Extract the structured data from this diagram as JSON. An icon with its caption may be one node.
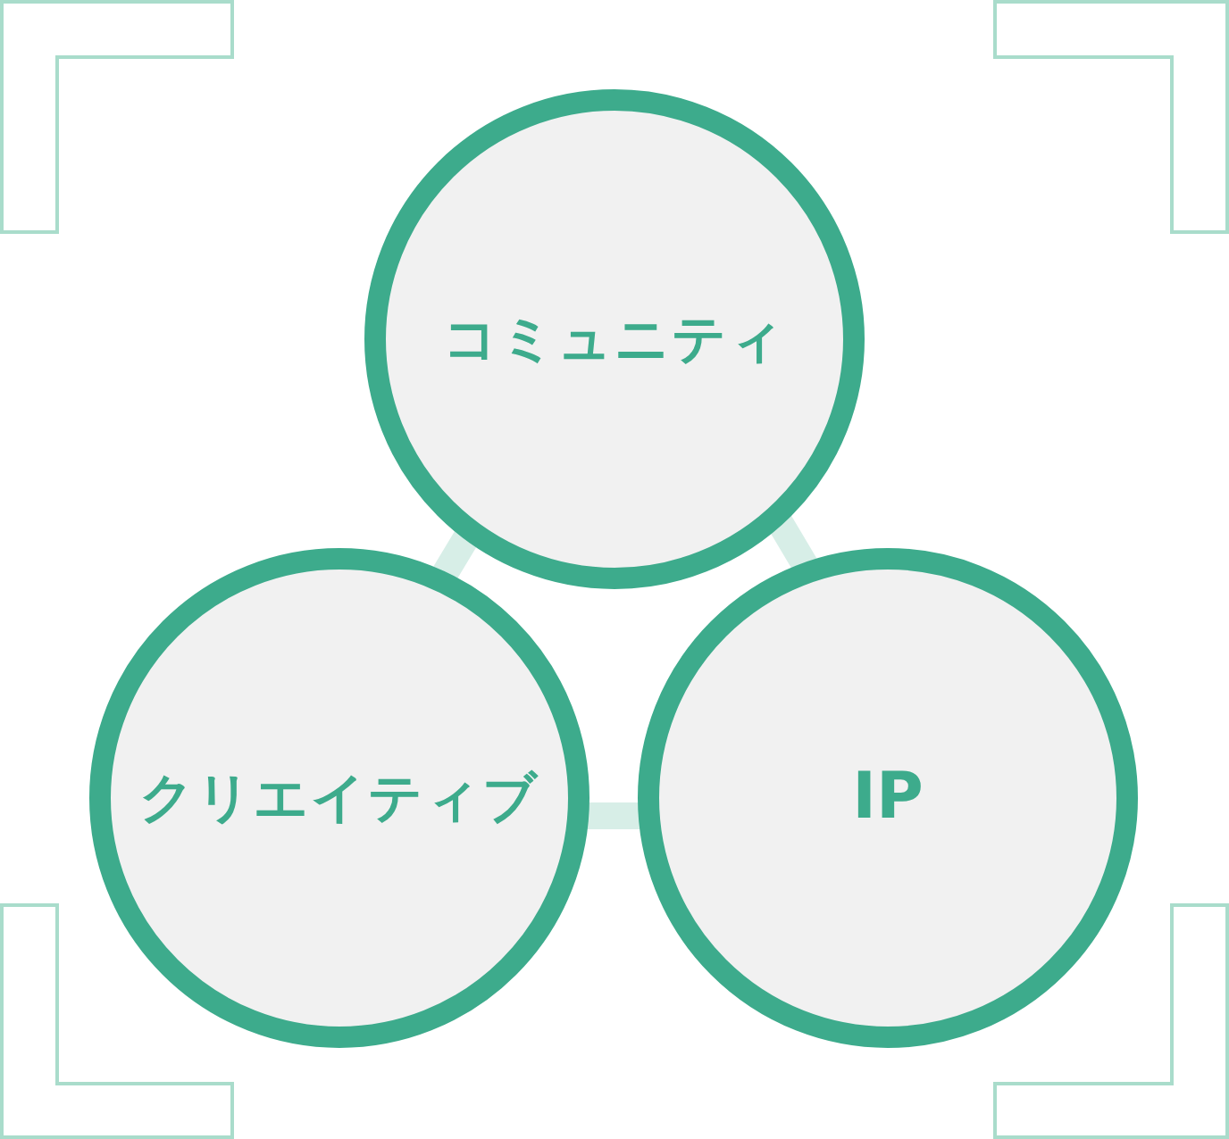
{
  "diagram": {
    "nodes": [
      {
        "text": [
          "コミュニティ"
        ]
      },
      {
        "text": [
          "クリエイティブ"
        ]
      },
      {
        "text": [
          "IP"
        ]
      }
    ],
    "edges": [
      {
        "from": 0,
        "to": 1,
        "arrow": "none"
      },
      {
        "from": 0,
        "to": 2,
        "arrow": "none"
      },
      {
        "from": 1,
        "to": 2,
        "arrow": "none"
      }
    ]
  }
}
